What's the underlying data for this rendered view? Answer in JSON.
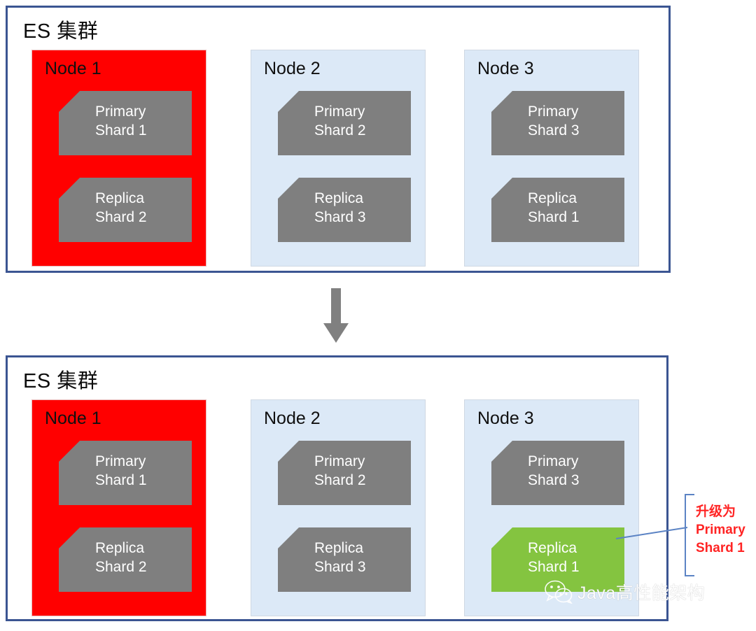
{
  "panels": [
    {
      "id": "before",
      "title": "ES 集群",
      "nodes": [
        {
          "name": "Node 1",
          "state": "red",
          "shards": [
            {
              "kind": "grey",
              "role": "Primary",
              "shard": "Shard 1"
            },
            {
              "kind": "grey",
              "role": "Replica",
              "shard": "Shard 2"
            }
          ]
        },
        {
          "name": "Node 2",
          "state": "blue",
          "shards": [
            {
              "kind": "grey",
              "role": "Primary",
              "shard": "Shard 2"
            },
            {
              "kind": "grey",
              "role": "Replica",
              "shard": "Shard 3"
            }
          ]
        },
        {
          "name": "Node 3",
          "state": "blue",
          "shards": [
            {
              "kind": "grey",
              "role": "Primary",
              "shard": "Shard 3"
            },
            {
              "kind": "grey",
              "role": "Replica",
              "shard": "Shard 1"
            }
          ]
        }
      ]
    },
    {
      "id": "after",
      "title": "ES 集群",
      "nodes": [
        {
          "name": "Node 1",
          "state": "red",
          "shards": [
            {
              "kind": "grey",
              "role": "Primary",
              "shard": "Shard 1"
            },
            {
              "kind": "grey",
              "role": "Replica",
              "shard": "Shard 2"
            }
          ]
        },
        {
          "name": "Node 2",
          "state": "blue",
          "shards": [
            {
              "kind": "grey",
              "role": "Primary",
              "shard": "Shard 2"
            },
            {
              "kind": "grey",
              "role": "Replica",
              "shard": "Shard 3"
            }
          ]
        },
        {
          "name": "Node 3",
          "state": "blue",
          "shards": [
            {
              "kind": "grey",
              "role": "Primary",
              "shard": "Shard 3"
            },
            {
              "kind": "green",
              "role": "Replica",
              "shard": "Shard 1"
            }
          ]
        }
      ]
    }
  ],
  "transition": {
    "icon": "down-arrow-icon",
    "color": "#808080"
  },
  "callout": {
    "line_1": "升级为",
    "line_2": "Primary",
    "line_3": "Shard 1",
    "color": "#ff2424",
    "bracket_color": "#5b83c4",
    "connector_color": "#5b83c4"
  },
  "watermark": {
    "icon": "wechat-icon",
    "text": "Java高性能架构"
  },
  "colors": {
    "frame_border": "#3b5592",
    "node_blue": "#dce9f7",
    "node_red": "#ff0000",
    "shard_grey": "#7f7f7f",
    "shard_green": "#84c440",
    "shard_text": "#ffffff"
  }
}
